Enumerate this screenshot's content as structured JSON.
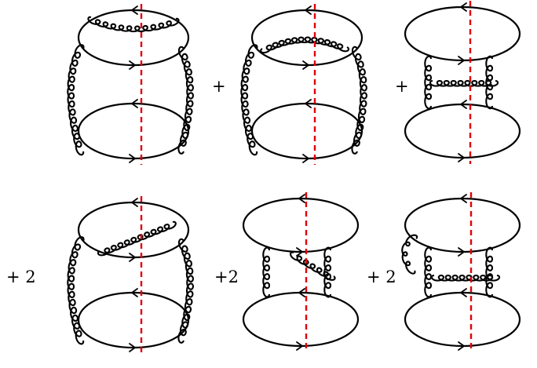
{
  "operators": {
    "plus_1": "+",
    "plus_2": "+",
    "plus_two_1": "+ 2",
    "plus_two_2": "+2",
    "plus_two_3": "+ 2"
  },
  "colors": {
    "line": "#000000",
    "cut": "#e0000b",
    "background": "#ffffff"
  },
  "diagrams": [
    {
      "name": "diagram-1",
      "gluon_exchanges": "outer-sides",
      "self_energy": "top-blob"
    },
    {
      "name": "diagram-2",
      "gluon_exchanges": "outer-sides",
      "self_energy": "top-blob-inner"
    },
    {
      "name": "diagram-3",
      "gluon_exchanges": "ladder",
      "self_energy": "rung"
    },
    {
      "name": "diagram-4",
      "gluon_exchanges": "outer-sides",
      "self_energy": "top-blob-diagonal"
    },
    {
      "name": "diagram-5",
      "gluon_exchanges": "ladder",
      "self_energy": "diagonal-rung"
    },
    {
      "name": "diagram-6",
      "gluon_exchanges": "ladder",
      "self_energy": "left-emission"
    }
  ]
}
